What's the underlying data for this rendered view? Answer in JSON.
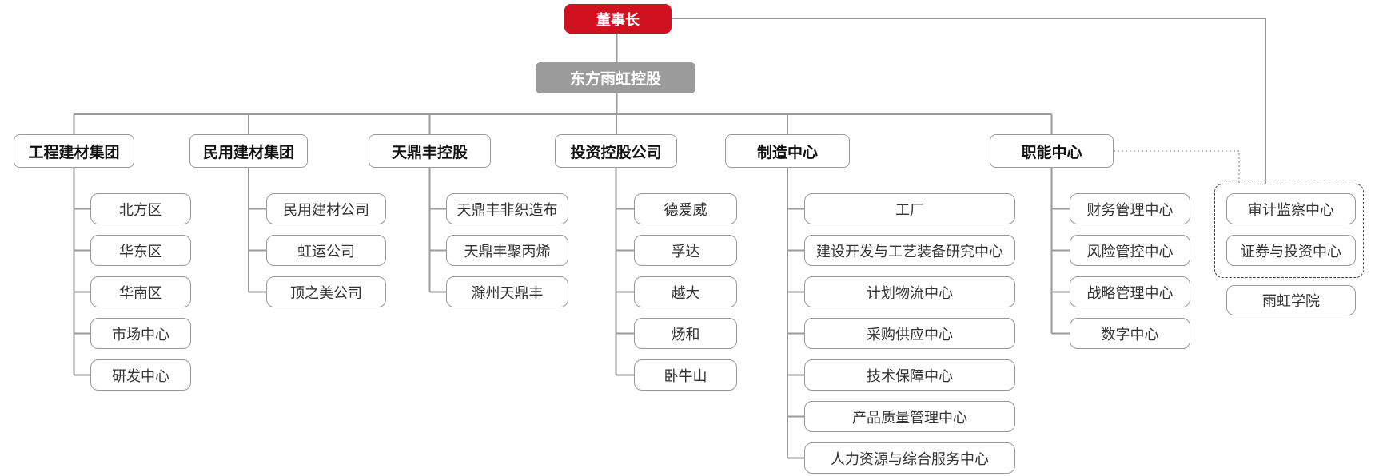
{
  "chairman": {
    "label": "董事长"
  },
  "holding": {
    "label": "东方雨虹控股"
  },
  "groups": [
    {
      "label": "工程建材集团",
      "children": [
        "北方区",
        "华东区",
        "华南区",
        "市场中心",
        "研发中心"
      ]
    },
    {
      "label": "民用建材集团",
      "children": [
        "民用建材公司",
        "虹运公司",
        "顶之美公司"
      ]
    },
    {
      "label": "天鼎丰控股",
      "children": [
        "天鼎丰非织造布",
        "天鼎丰聚丙烯",
        "滁州天鼎丰"
      ]
    },
    {
      "label": "投资控股公司",
      "children": [
        "德爱威",
        "孚达",
        "越大",
        "炀和",
        "卧牛山"
      ]
    },
    {
      "label": "制造中心",
      "children": [
        "工厂",
        "建设开发与工艺装备研究中心",
        "计划物流中心",
        "采购供应中心",
        "技术保障中心",
        "产品质量管理中心",
        "人力资源与综合服务中心"
      ]
    },
    {
      "label": "职能中心",
      "children": [
        "财务管理中心",
        "风险管控中心",
        "战略管理中心",
        "数字中心"
      ]
    }
  ],
  "board_direct": {
    "group": [
      "审计监察中心",
      "证券与投资中心"
    ],
    "standalone": "雨虹学院"
  },
  "colors": {
    "chairman_bg": "#d01120",
    "holding_bg": "#9b9b9b",
    "node_border": "#999999",
    "line": "#9a9a9a",
    "dashed_border": "#444444"
  }
}
